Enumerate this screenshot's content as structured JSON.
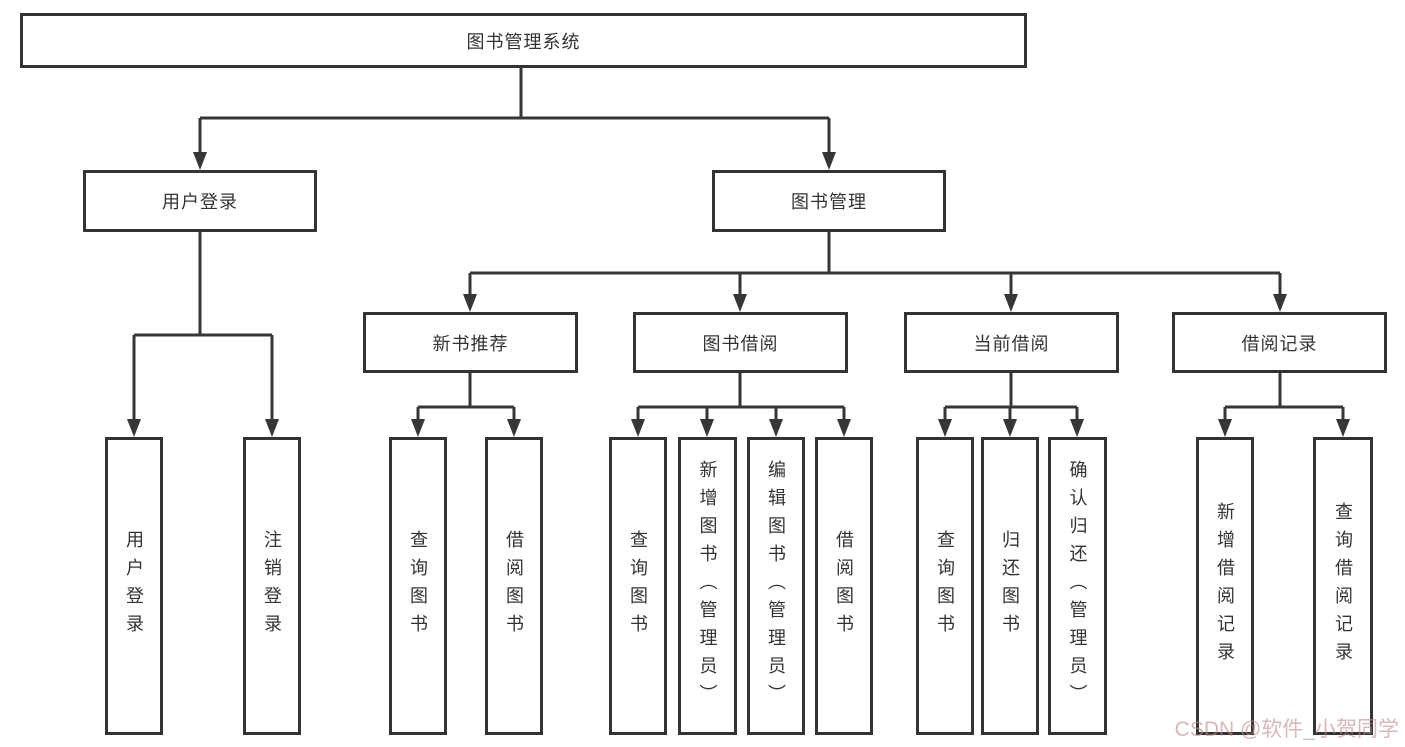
{
  "diagram": {
    "title": "图书管理系统",
    "root": {
      "label": "图书管理系统"
    },
    "level2": [
      {
        "id": "user-login",
        "label": "用户登录"
      },
      {
        "id": "book-management",
        "label": "图书管理"
      }
    ],
    "level3": [
      {
        "id": "new-book-recommend",
        "label": "新书推荐",
        "parent": "图书管理"
      },
      {
        "id": "book-borrow",
        "label": "图书借阅",
        "parent": "图书管理"
      },
      {
        "id": "current-borrow",
        "label": "当前借阅",
        "parent": "图书管理"
      },
      {
        "id": "borrow-records",
        "label": "借阅记录",
        "parent": "图书管理"
      }
    ],
    "leaves": [
      {
        "id": "user-login-leaf",
        "label": "用户登录",
        "parent": "用户登录"
      },
      {
        "id": "logout",
        "label": "注销登录",
        "parent": "用户登录"
      },
      {
        "id": "query-book-recommend",
        "label": "查询图书",
        "parent": "新书推荐"
      },
      {
        "id": "borrow-book-recommend",
        "label": "借阅图书",
        "parent": "新书推荐"
      },
      {
        "id": "query-book-borrow",
        "label": "查询图书",
        "parent": "图书借阅"
      },
      {
        "id": "add-book-admin",
        "label": "新增图书（管理员）",
        "parent": "图书借阅"
      },
      {
        "id": "edit-book-admin",
        "label": "编辑图书（管理员）",
        "parent": "图书借阅"
      },
      {
        "id": "borrow-book",
        "label": "借阅图书",
        "parent": "图书借阅"
      },
      {
        "id": "query-book-current",
        "label": "查询图书",
        "parent": "当前借阅"
      },
      {
        "id": "return-book",
        "label": "归还图书",
        "parent": "当前借阅"
      },
      {
        "id": "confirm-return-admin",
        "label": "确认归还（管理员）",
        "parent": "当前借阅"
      },
      {
        "id": "add-borrow-record",
        "label": "新增借阅记录",
        "parent": "借阅记录"
      },
      {
        "id": "query-borrow-record",
        "label": "查询借阅记录",
        "parent": "借阅记录"
      }
    ]
  },
  "watermark": {
    "text": "CSDN @软件_小贺同学"
  },
  "colors": {
    "line": "#333333",
    "text": "#333333",
    "box_fill": "#ffffff",
    "watermark": "#be8a8a"
  }
}
